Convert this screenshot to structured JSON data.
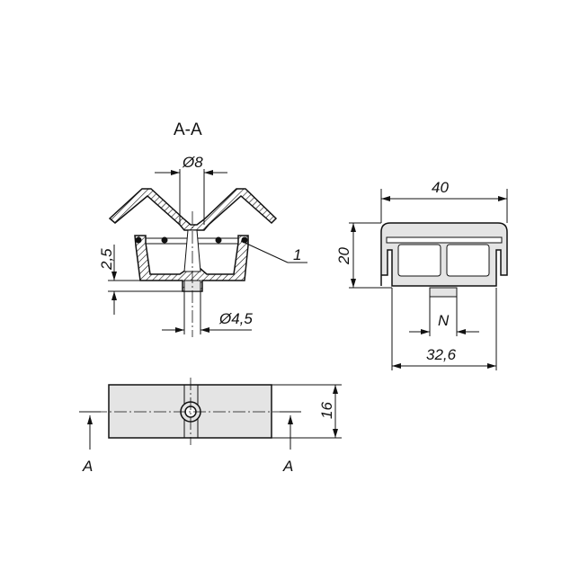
{
  "section_title": "A-A",
  "section_view": {
    "dim_top_diameter": "Ø8",
    "dim_bottom_diameter": "Ø4,5",
    "dim_base_thickness": "2,5",
    "item_callout": "1"
  },
  "side_view": {
    "dim_width": "40",
    "dim_height": "20",
    "dim_n": "N",
    "dim_base_width": "32,6"
  },
  "top_view": {
    "dim_depth": "16",
    "section_mark_left": "A",
    "section_mark_right": "A"
  },
  "colors": {
    "fill": "#e4e4e4",
    "line": "#111111"
  }
}
